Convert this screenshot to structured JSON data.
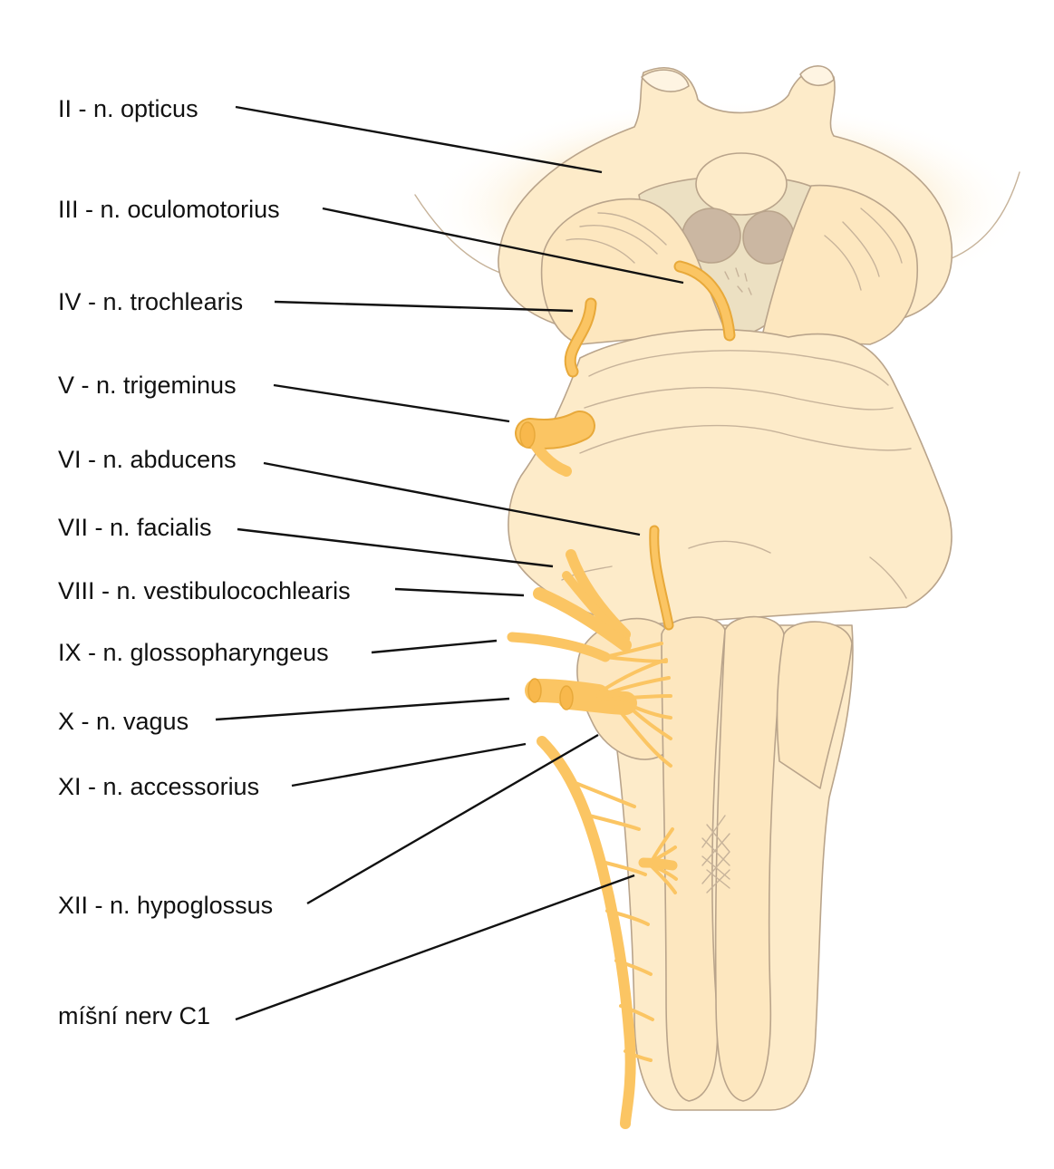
{
  "colors": {
    "tissue": "#fdebc9",
    "tissue_light": "#fef4e2",
    "outline": "#b9a48b",
    "nerve": "#fbc563",
    "nerve_edge": "#e8a93a",
    "gray_nuclei": "#cbb7a2",
    "text": "#111111"
  },
  "labels": [
    {
      "id": "II",
      "text": "II - n. opticus"
    },
    {
      "id": "III",
      "text": "III - n. oculomotorius"
    },
    {
      "id": "IV",
      "text": "IV - n. trochlearis"
    },
    {
      "id": "V",
      "text": "V - n. trigeminus"
    },
    {
      "id": "VI",
      "text": "VI - n. abducens"
    },
    {
      "id": "VII",
      "text": "VII - n. facialis"
    },
    {
      "id": "VIII",
      "text": "VIII - n. vestibulocochlearis"
    },
    {
      "id": "IX",
      "text": "IX - n. glossopharyngeus"
    },
    {
      "id": "X",
      "text": "X - n. vagus"
    },
    {
      "id": "XI",
      "text": "XI - n. accessorius"
    },
    {
      "id": "XII",
      "text": "XII - n. hypoglossus"
    },
    {
      "id": "C1",
      "text": "míšní nerv C1"
    }
  ]
}
